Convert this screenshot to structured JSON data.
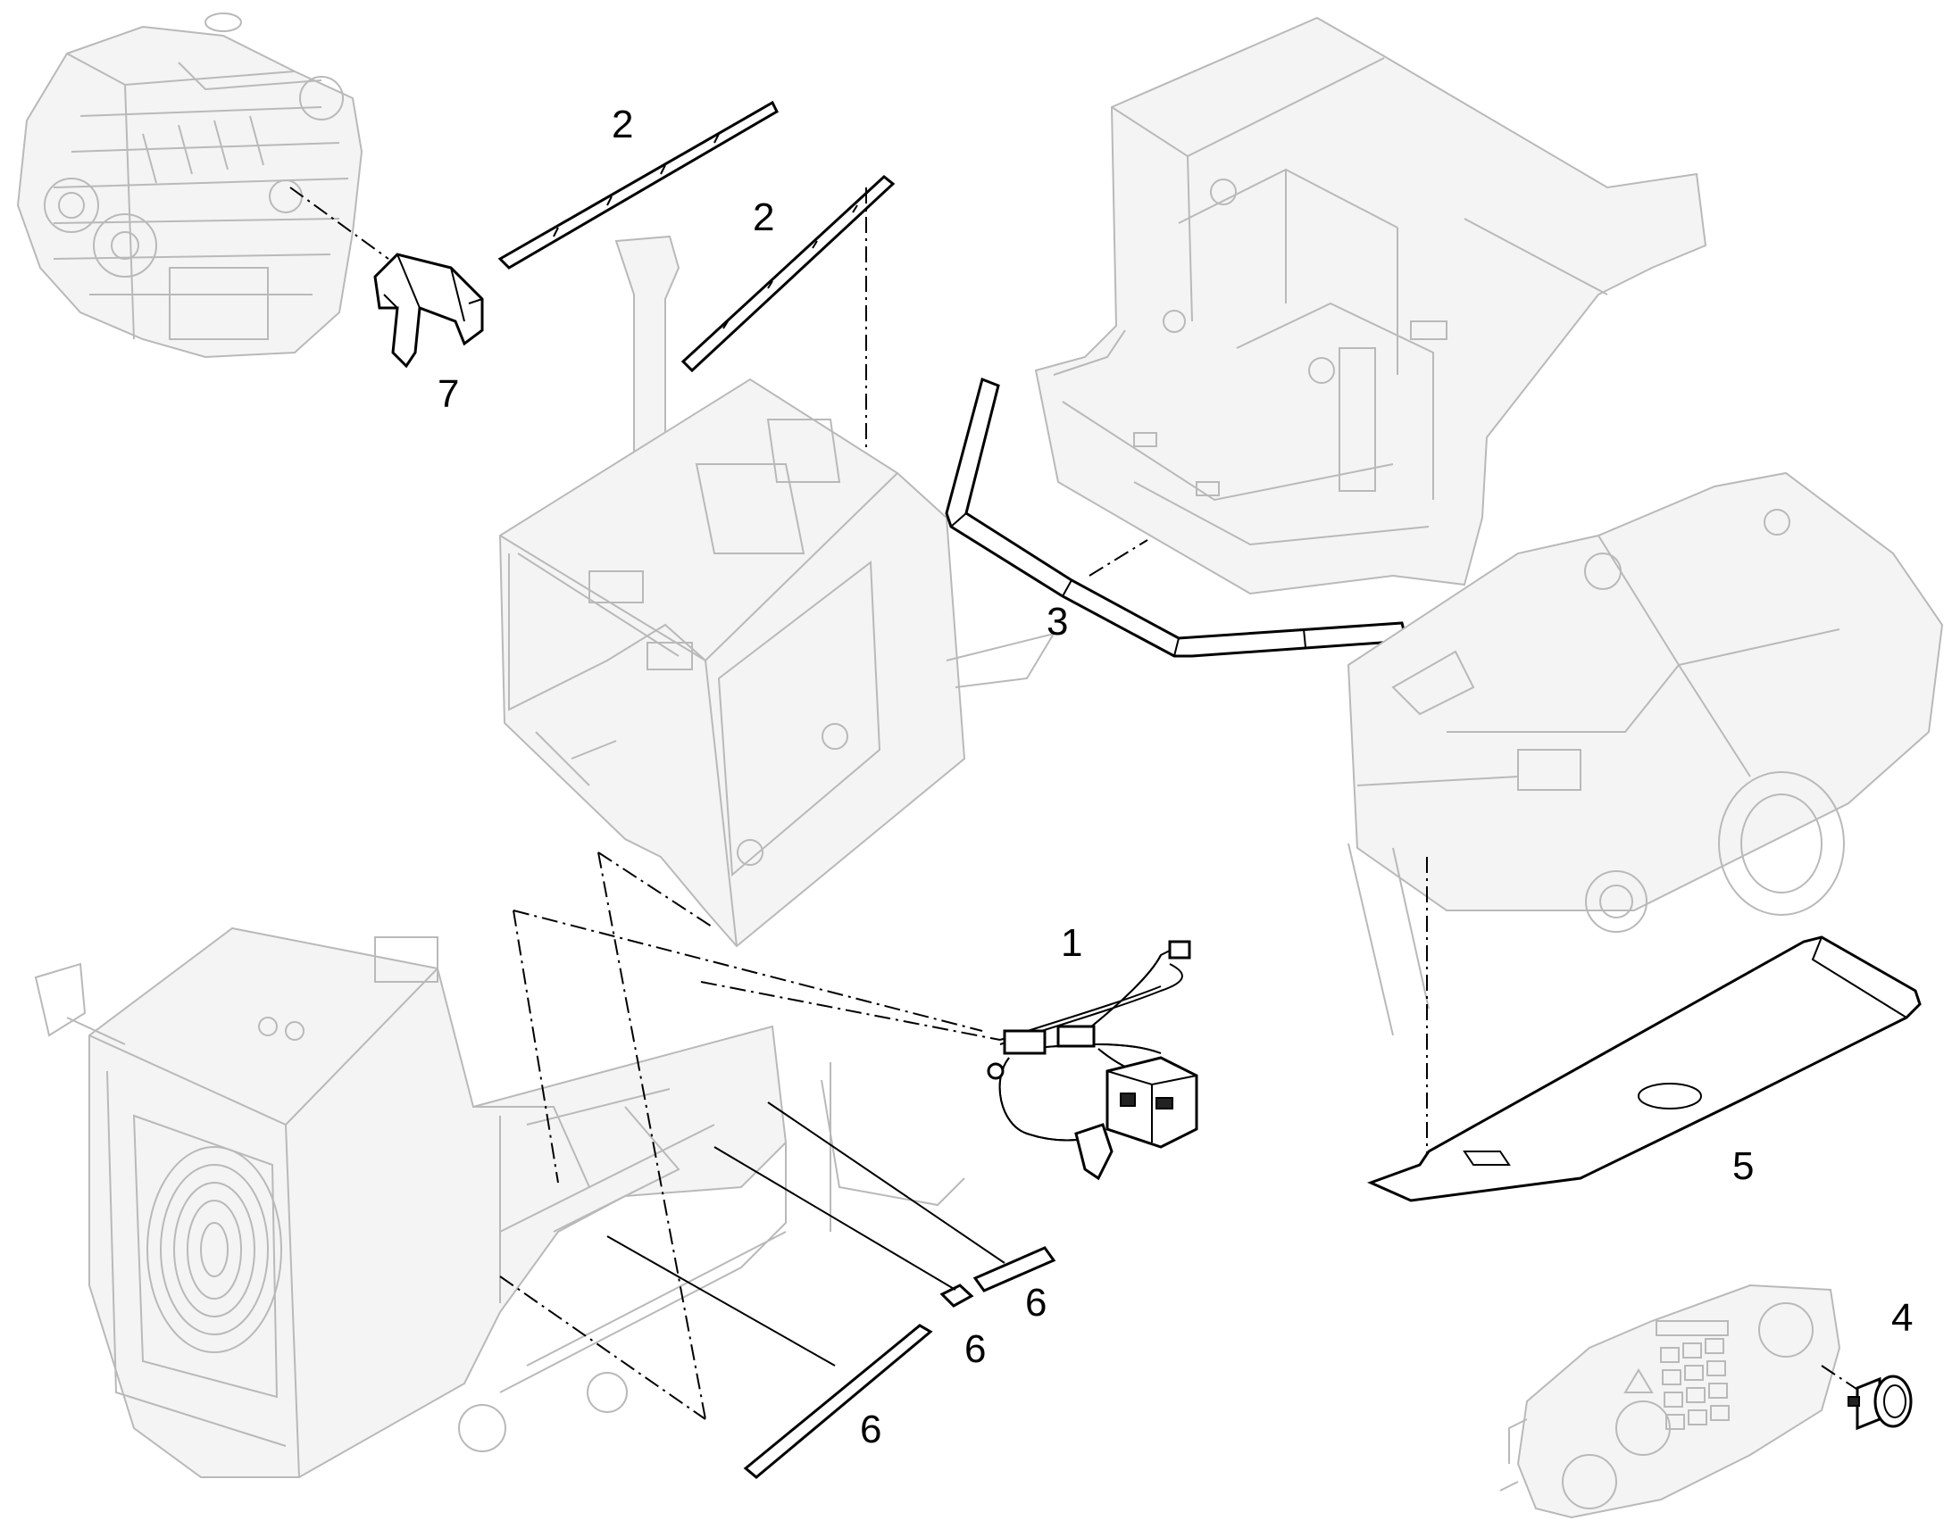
{
  "callouts": [
    {
      "id": "c1",
      "text": "1"
    },
    {
      "id": "c2a",
      "text": "2"
    },
    {
      "id": "c2b",
      "text": "2"
    },
    {
      "id": "c3",
      "text": "3"
    },
    {
      "id": "c4",
      "text": "4"
    },
    {
      "id": "c5",
      "text": "5"
    },
    {
      "id": "c6a",
      "text": "6"
    },
    {
      "id": "c6b",
      "text": "6"
    },
    {
      "id": "c6c",
      "text": "6"
    },
    {
      "id": "c7",
      "text": "7"
    }
  ],
  "colors": {
    "line": "#000000",
    "ghost": "#b9b9b9",
    "background": "#ffffff"
  }
}
